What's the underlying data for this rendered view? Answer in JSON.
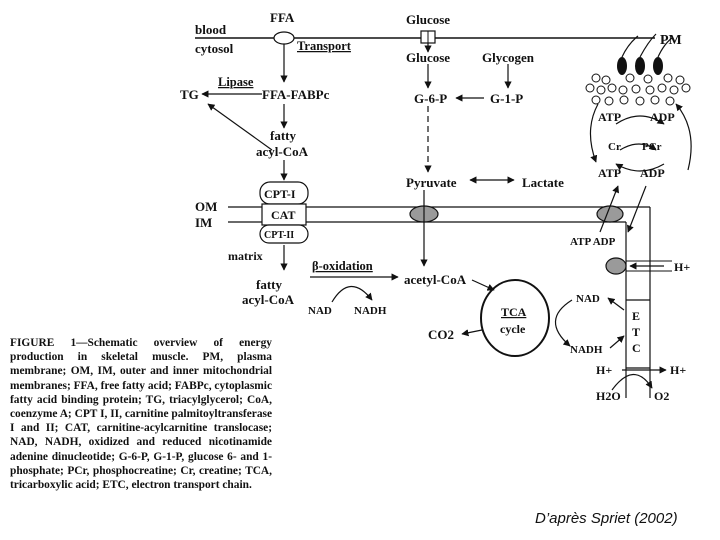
{
  "labels": {
    "blood": "blood",
    "cytosol": "cytosol",
    "ffa": "FFA",
    "transport": "Transport",
    "glucose_top": "Glucose",
    "glucose": "Glucose",
    "glycogen": "Glycogen",
    "pm": "PM",
    "lipase": "Lipase",
    "tg": "TG",
    "ffa_fabpc": "FFA-FABPc",
    "g6p": "G-6-P",
    "g1p": "G-1-P",
    "atp_top": "ATP",
    "adp_top": "ADP",
    "cr": "Cr",
    "pcr": "PCr",
    "atp_mid": "ATP",
    "adp_mid": "ADP",
    "fatty_1": "fatty",
    "acyl_coa_1": "acyl-CoA",
    "pyruvate": "Pyruvate",
    "lactate": "Lactate",
    "cpt1": "CPT-I",
    "om": "OM",
    "cat": "CAT",
    "im": "IM",
    "cpt2": "CPT-II",
    "atp_adp": "ATP ADP",
    "h_plus_right": "H+",
    "matrix": "matrix",
    "beta_oxidation": "β-oxidation",
    "fatty_2": "fatty",
    "acyl_coa_2": "acyl-CoA",
    "acetyl_coa": "acetyl-CoA",
    "nad_left": "NAD",
    "nadh_left": "NADH",
    "tca": "TCA",
    "cycle": "cycle",
    "nad_right": "NAD",
    "nadh_right": "NADH",
    "co2": "CO2",
    "etc_e": "E",
    "etc_t": "T",
    "etc_c": "C",
    "h_plus_1": "H+",
    "h_plus_2": "H+",
    "h2o": "H2O",
    "o2": "O2"
  },
  "caption": "FIGURE 1—Schematic overview of energy production in skeletal muscle. PM, plasma membrane; OM, IM, outer and inner mitochondrial membranes; FFA, free fatty acid; FABPc, cytoplasmic fatty acid binding protein; TG, triacylglycerol; CoA, coenzyme A; CPT I, II, carnitine palmitoyltransferase I and II; CAT, carnitine-acylcarnitine translocase; NAD, NADH, oxidized and reduced nicotinamide adenine dinucleotide; G-6-P, G-1-P, glucose 6- and 1-phosphate; PCr, phosphocreatine; Cr, creatine; TCA, tricarboxylic acid; ETC, electron transport chain.",
  "credit": "D’après Spriet (2002)"
}
